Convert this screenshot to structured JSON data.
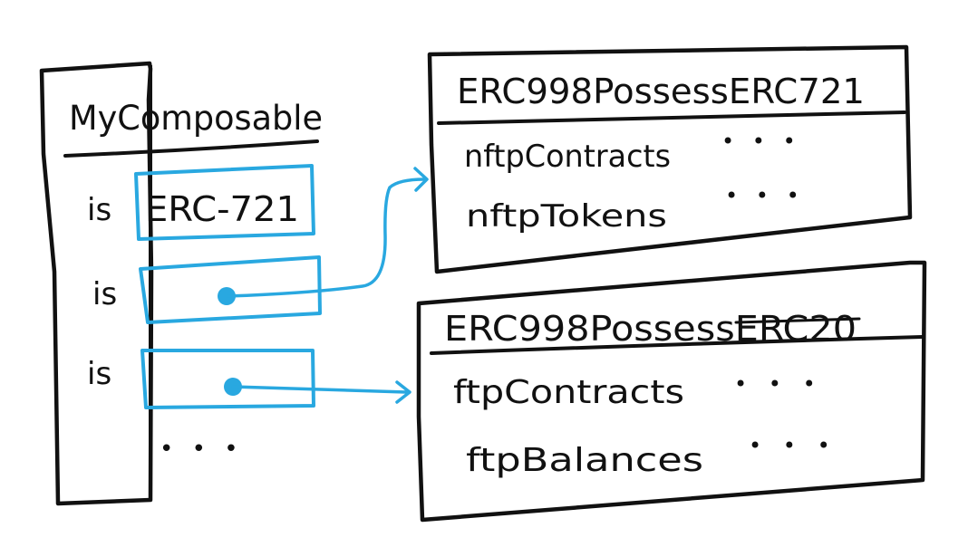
{
  "colors": {
    "ink": "#111111",
    "accent": "#29a8e0",
    "background": "#ffffff"
  },
  "composable": {
    "title": "MyComposable",
    "rows": [
      {
        "keyword": "is",
        "value": "ERC-721",
        "kind": "text"
      },
      {
        "keyword": "is",
        "value": "",
        "kind": "pointer",
        "target": "erc721_box"
      },
      {
        "keyword": "is",
        "value": "",
        "kind": "pointer",
        "target": "erc20_box"
      }
    ],
    "ellipsis": "• • •"
  },
  "erc721_box": {
    "title": "ERC998PossessERC721",
    "items": [
      {
        "name": "nftpContracts",
        "value": "• • •"
      },
      {
        "name": "nftpTokens",
        "value": "• • •"
      }
    ]
  },
  "erc20_box": {
    "title": "ERC998PossessERC20",
    "items": [
      {
        "name": "ftpContracts",
        "value": "• • •"
      },
      {
        "name": "ftpBalances",
        "value": "• • •"
      }
    ]
  }
}
